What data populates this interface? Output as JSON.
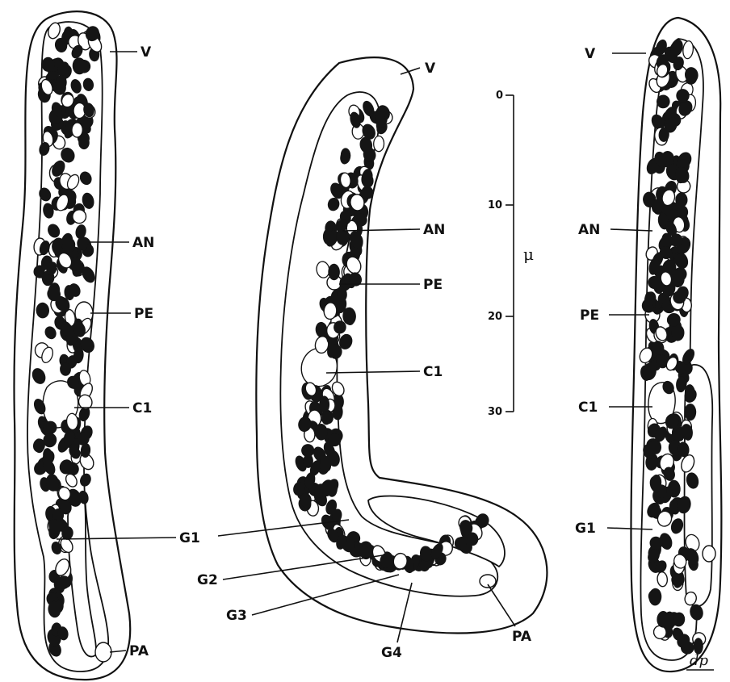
{
  "figure": {
    "labels": {
      "v": "V",
      "an": "AN",
      "pe": "PE",
      "ci_left": "C1",
      "ci": "C1",
      "g1": "G1",
      "g2": "G2",
      "g3": "G3",
      "g4": "G4",
      "pa": "PA"
    },
    "scale_bar": {
      "ticks": [
        "0",
        "10",
        "20",
        "30"
      ],
      "unit": "μ"
    },
    "signature": "dp"
  },
  "colors": {
    "ink": "#111111",
    "paper": "#ffffff"
  }
}
